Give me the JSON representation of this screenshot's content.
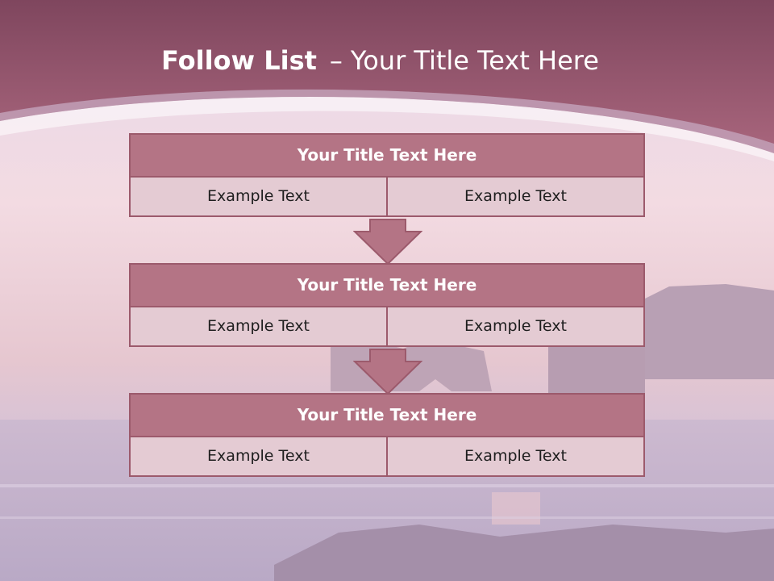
{
  "header": {
    "title_bold": "Follow List",
    "title_dash": "–",
    "title_rest": "Your Title Text Here"
  },
  "steps": [
    {
      "title": "Your Title Text Here",
      "left": "Example Text",
      "right": "Example Text"
    },
    {
      "title": "Your Title Text Here",
      "left": "Example Text",
      "right": "Example Text"
    },
    {
      "title": "Your Title Text Here",
      "left": "Example Text",
      "right": "Example Text"
    }
  ],
  "colors": {
    "banner": "#a2607a",
    "block_title": "#b47485",
    "block_row": "#e4cbd3",
    "block_border": "#9c5a6c",
    "arrow": "#b47485"
  }
}
